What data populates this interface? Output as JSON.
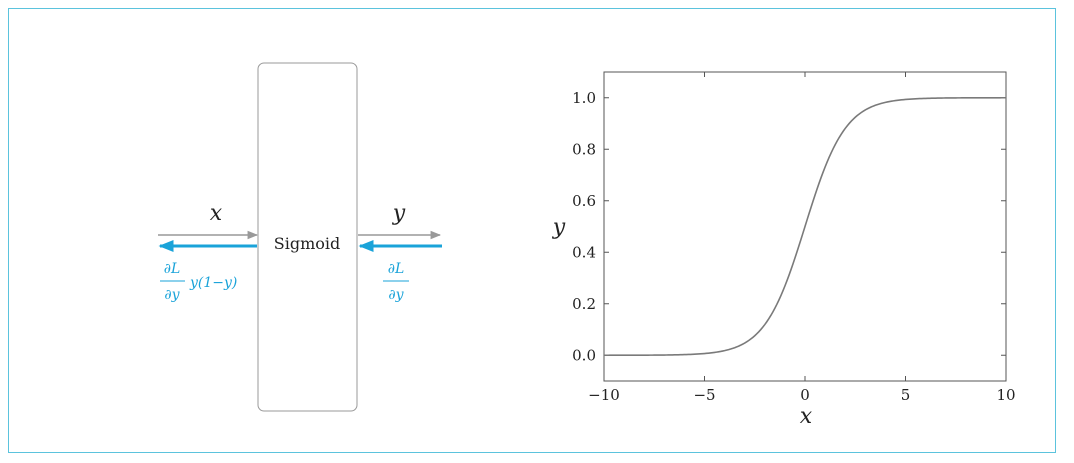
{
  "graph": {
    "node_label": "Sigmoid",
    "forward_in": "x",
    "forward_out": "y",
    "backward_in_num": "∂L",
    "backward_in_den": "∂y",
    "backward_out_num": "∂L",
    "backward_out_den": "∂y",
    "backward_out_factor": "y(1−y)"
  },
  "colors": {
    "frame": "#5bc3dd",
    "backward": "#1aa3d9",
    "forward": "#999999",
    "node_border": "#9a9a9a",
    "curve": "#7a7a7a",
    "text": "#222222"
  },
  "chart_data": {
    "type": "line",
    "xlabel": "x",
    "ylabel": "y",
    "xlim": [
      -10,
      10
    ],
    "ylim": [
      -0.1,
      1.1
    ],
    "xticks": [
      -10,
      -5,
      0,
      5,
      10
    ],
    "xtick_labels": [
      "−10",
      "−5",
      "0",
      "5",
      "10"
    ],
    "yticks": [
      0.0,
      0.2,
      0.4,
      0.6,
      0.8,
      1.0
    ],
    "ytick_labels": [
      "0.0",
      "0.2",
      "0.4",
      "0.6",
      "0.8",
      "1.0"
    ],
    "grid": false,
    "function": "sigmoid",
    "x": [
      -10,
      -8,
      -6,
      -5,
      -4,
      -3,
      -2,
      -1.5,
      -1,
      -0.5,
      0,
      0.5,
      1,
      1.5,
      2,
      3,
      4,
      5,
      6,
      8,
      10
    ],
    "y": [
      0.0,
      0.0003,
      0.0025,
      0.0067,
      0.018,
      0.0474,
      0.1192,
      0.1824,
      0.2689,
      0.3775,
      0.5,
      0.6225,
      0.7311,
      0.8176,
      0.8808,
      0.9526,
      0.982,
      0.9933,
      0.9975,
      0.9997,
      1.0
    ]
  }
}
